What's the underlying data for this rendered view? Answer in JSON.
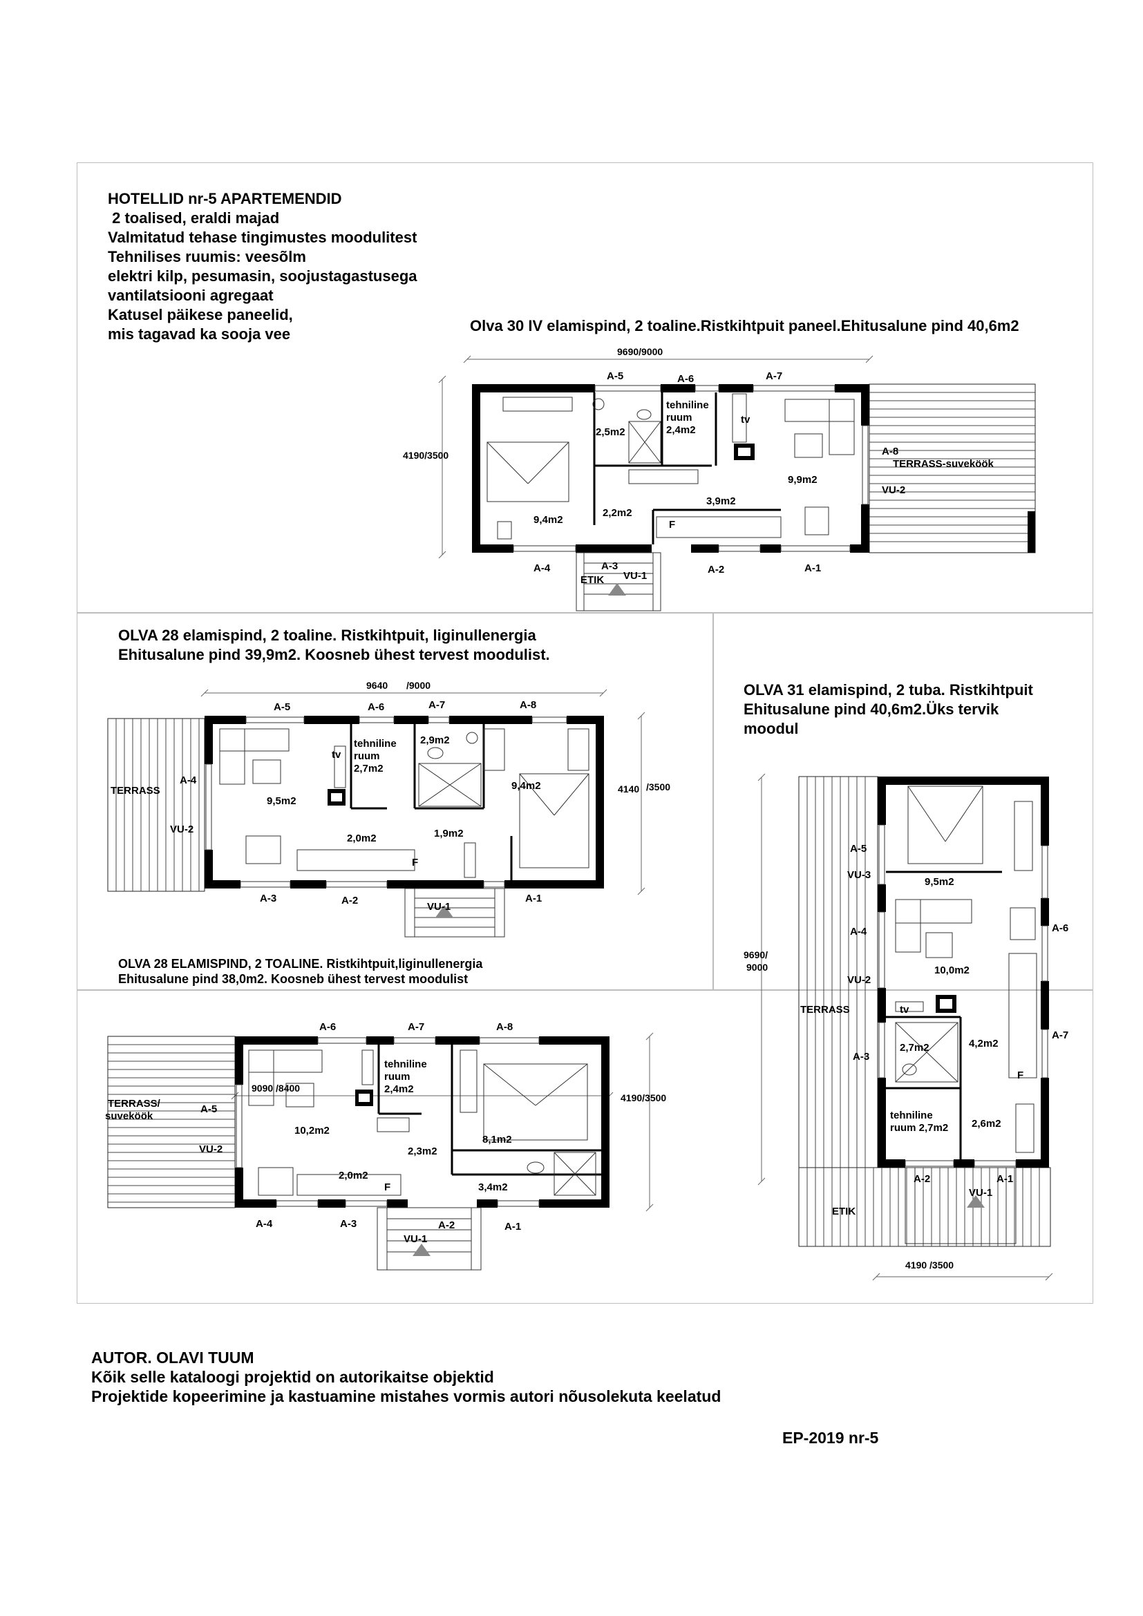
{
  "header": {
    "lines": [
      "HOTELLID nr-5  APARTEMENDID",
      " 2 toalised, eraldi majad",
      "Valmitatud tehase tingimustes  moodulitest",
      "Tehnilises ruumis: veesõlm",
      "elektri kilp, pesumasin, soojustagastusega",
      "vantilatsiooni agregaat",
      "Katusel päikese paneelid,",
      "mis tagavad ka sooja vee"
    ]
  },
  "plan1": {
    "title": "Olva 30 IV elamispind, 2 toaline.Ristkihtpuit paneel.Ehitusalune pind 40,6m2",
    "dim_width": "9690/9000",
    "dim_height": "4190/3500",
    "labels": [
      "A-5",
      "A-6",
      "A-7",
      "A-8",
      "A-4",
      "A-3",
      "A-2",
      "A-1",
      "ETIK",
      "VU-1",
      "VU-2",
      "TERRASS-suveköök",
      "tehniline",
      "ruum",
      "2,4m2",
      "tv",
      "2,5m2",
      "9,9m2",
      "3,9m2",
      "2,2m2",
      "9,4m2",
      "F"
    ]
  },
  "plan2": {
    "title_line1": "OLVA 28 elamispind, 2 toaline. Ristkihtpuit, liginullenergia",
    "title_line2": "Ehitusalune pind 39,9m2. Koosneb ühest tervest moodulist.",
    "dim_width_a": "9640",
    "dim_width_b": "/9000",
    "dim_height_a": "4140",
    "dim_height_b": "/3500",
    "labels": [
      "A-5",
      "A-6",
      "A-7",
      "A-8",
      "A-4",
      "TERRASS",
      "VU-2",
      "tv",
      "tehniline",
      "ruum",
      "2,7m2",
      "2,9m2",
      "9,5m2",
      "9,4m2",
      "2,0m2",
      "1,9m2",
      "F",
      "A-3",
      "A-2",
      "VU-1",
      "A-1"
    ]
  },
  "plan3": {
    "title_line1": "OLVA 28 ELAMISPIND, 2 TOALINE. Ristkihtpuit,liginullenergia",
    "title_line2": "Ehitusalune pind 38,0m2. Koosneb ühest tervest moodulist",
    "dim_width": "9090 /8400",
    "dim_height": "4190/3500",
    "labels": [
      "A-6",
      "A-7",
      "A-8",
      "TERRASS/",
      "suveköök",
      "A-5",
      "VU-2",
      "tehniline",
      "ruum",
      "2,4m2",
      "10,2m2",
      "8,1m2",
      "2,3m2",
      "2,0m2",
      "3,4m2",
      "F",
      "A-4",
      "A-3",
      "A-2",
      "A-1",
      "VU-1"
    ]
  },
  "plan4": {
    "title_line1": "OLVA 31 elamispind, 2 tuba. Ristkihtpuit",
    "title_line2": "Ehitusalune pind 40,6m2.Üks tervik",
    "title_line3": "moodul",
    "dim_height_a": "9690/",
    "dim_height_b": "9000",
    "dim_width": "4190 /3500",
    "labels": [
      "A-5",
      "VU-3",
      "9,5m2",
      "A-4",
      "A-6",
      "10,0m2",
      "VU-2",
      "TERRASS",
      "tv",
      "A-3",
      "2,7m2",
      "4,2m2",
      "A-7",
      "F",
      "tehniline",
      "ruum 2,7m2",
      "2,6m2",
      "A-2",
      "A-1",
      "VU-1",
      "ETIK"
    ]
  },
  "footer": {
    "author": "AUTOR. OLAVI TUUM",
    "line2": "Kõik selle kataloogi projektid on autorikaitse objektid",
    "line3": "Projektide kopeerimine ja kastuamine mistahes vormis autori nõusolekuta keelatud",
    "code": "EP-2019 nr-5"
  }
}
